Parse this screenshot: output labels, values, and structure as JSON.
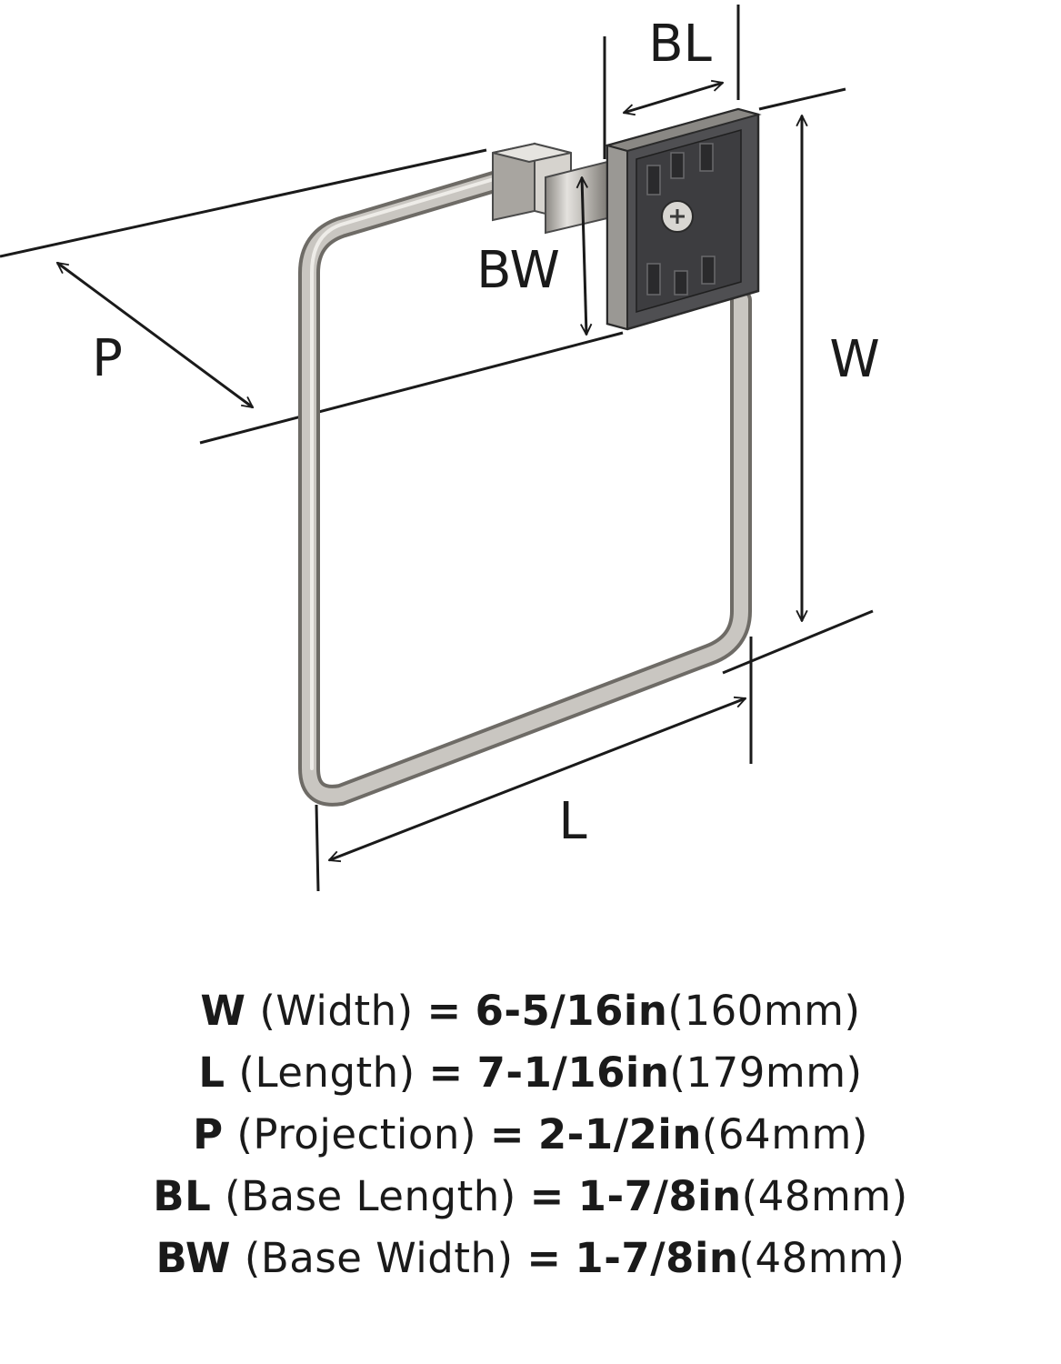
{
  "diagram": {
    "labels": {
      "bl": "BL",
      "bw": "BW",
      "p": "P",
      "w": "W",
      "l": "L"
    },
    "colors": {
      "line": "#1a1a1a",
      "metal_light": "#d8d6d2",
      "metal_mid": "#b3b0ab",
      "metal_dark": "#8a8782",
      "base_plate": "#5a5a5c"
    }
  },
  "specs": [
    {
      "abbr": "W",
      "name": "(Width)",
      "eq": "=",
      "imperial": "6-5/16in",
      "metric": "(160mm)"
    },
    {
      "abbr": "L",
      "name": "(Length)",
      "eq": "=",
      "imperial": "7-1/16in",
      "metric": "(179mm)"
    },
    {
      "abbr": "P",
      "name": "(Projection)",
      "eq": "=",
      "imperial": "2-1/2in",
      "metric": "(64mm)"
    },
    {
      "abbr": "BL",
      "name": "(Base Length)",
      "eq": "=",
      "imperial": "1-7/8in",
      "metric": "(48mm)"
    },
    {
      "abbr": "BW",
      "name": "(Base Width)",
      "eq": "=",
      "imperial": "1-7/8in",
      "metric": "(48mm)"
    }
  ]
}
